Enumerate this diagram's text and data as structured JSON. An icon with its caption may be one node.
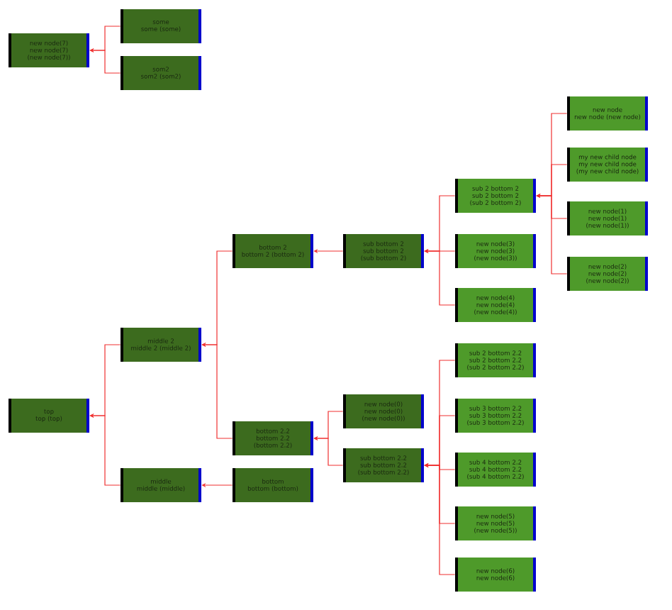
{
  "diagram": {
    "nodes": [
      {
        "text": [
          "new node(7)",
          "new node(7) (new node(7))"
        ]
      },
      {
        "text": [
          "some",
          "some (some)"
        ]
      },
      {
        "text": [
          "som2",
          "som2 (som2)"
        ]
      },
      {
        "text": [
          "top",
          "top (top)"
        ]
      },
      {
        "text": [
          "middle 2",
          "middle 2 (middle 2)"
        ]
      },
      {
        "text": [
          "middle",
          "middle (middle)"
        ]
      },
      {
        "text": [
          "bottom 2",
          "bottom 2 (bottom 2)"
        ]
      },
      {
        "text": [
          "bottom 2.2",
          "bottom 2.2 (bottom 2.2)"
        ]
      },
      {
        "text": [
          "bottom",
          "bottom (bottom)"
        ]
      },
      {
        "text": [
          "sub bottom 2",
          "sub bottom 2 (sub bottom 2)"
        ]
      },
      {
        "text": [
          "new node(0)",
          "new node(0) (new node(0))"
        ]
      },
      {
        "text": [
          "sub bottom 2.2",
          "sub bottom 2.2 (sub bottom 2.2)"
        ]
      },
      {
        "text": [
          "sub 2 bottom 2",
          "sub 2 bottom 2 (sub 2 bottom 2)"
        ]
      },
      {
        "text": [
          "new node(3)",
          "new node(3) (new node(3))"
        ]
      },
      {
        "text": [
          "new node(4)",
          "new node(4) (new node(4))"
        ]
      },
      {
        "text": [
          "new node",
          "new node (new node)"
        ]
      },
      {
        "text": [
          "my new child node",
          "my new child node (my new child node)"
        ]
      },
      {
        "text": [
          "new node(1)",
          "new node(1) (new node(1))"
        ]
      },
      {
        "text": [
          "new node(2)",
          "new node(2) (new node(2))"
        ]
      },
      {
        "text": [
          "sub 2 bottom 2.2",
          "sub 2 bottom 2.2 (sub 2 bottom 2.2)"
        ]
      },
      {
        "text": [
          "sub 3 bottom 2.2",
          "sub 3 bottom 2.2 (sub 3 bottom 2.2)"
        ]
      },
      {
        "text": [
          "sub 4 bottom 2.2",
          "sub 4 bottom 2.2 (sub 4 bottom 2.2)"
        ]
      },
      {
        "text": [
          "new node(5)",
          "new node(5) (new node(5))"
        ]
      },
      {
        "text": [
          "new node(6)",
          "new node(6)"
        ]
      }
    ],
    "edges": [
      {
        "from": 1,
        "to": 0,
        "arrow": "to"
      },
      {
        "from": 2,
        "to": 0,
        "arrow": "to"
      },
      {
        "from": 4,
        "to": 3,
        "arrow": "to"
      },
      {
        "from": 5,
        "to": 3,
        "arrow": "to"
      },
      {
        "from": 6,
        "to": 4,
        "arrow": "to"
      },
      {
        "from": 7,
        "to": 4,
        "arrow": "to"
      },
      {
        "from": 8,
        "to": 5,
        "arrow": "to"
      },
      {
        "from": 9,
        "to": 6,
        "arrow": "to"
      },
      {
        "from": 10,
        "to": 7,
        "arrow": "to"
      },
      {
        "from": 11,
        "to": 7,
        "arrow": "to"
      },
      {
        "from": 12,
        "to": 9,
        "arrow": "to"
      },
      {
        "from": 13,
        "to": 9,
        "arrow": "to"
      },
      {
        "from": 14,
        "to": 9,
        "arrow": "to"
      },
      {
        "from": 15,
        "to": 12,
        "arrow": "to"
      },
      {
        "from": 16,
        "to": 12,
        "arrow": "to"
      },
      {
        "from": 17,
        "to": 12,
        "arrow": "to"
      },
      {
        "from": 18,
        "to": 12,
        "arrow": "to"
      },
      {
        "from": 19,
        "to": 11,
        "arrow": "to"
      },
      {
        "from": 20,
        "to": 11,
        "arrow": "to"
      },
      {
        "from": 21,
        "to": 11,
        "arrow": "to"
      },
      {
        "from": 22,
        "to": 11,
        "arrow": "to"
      },
      {
        "from": 23,
        "to": 11,
        "arrow": "to"
      }
    ]
  }
}
